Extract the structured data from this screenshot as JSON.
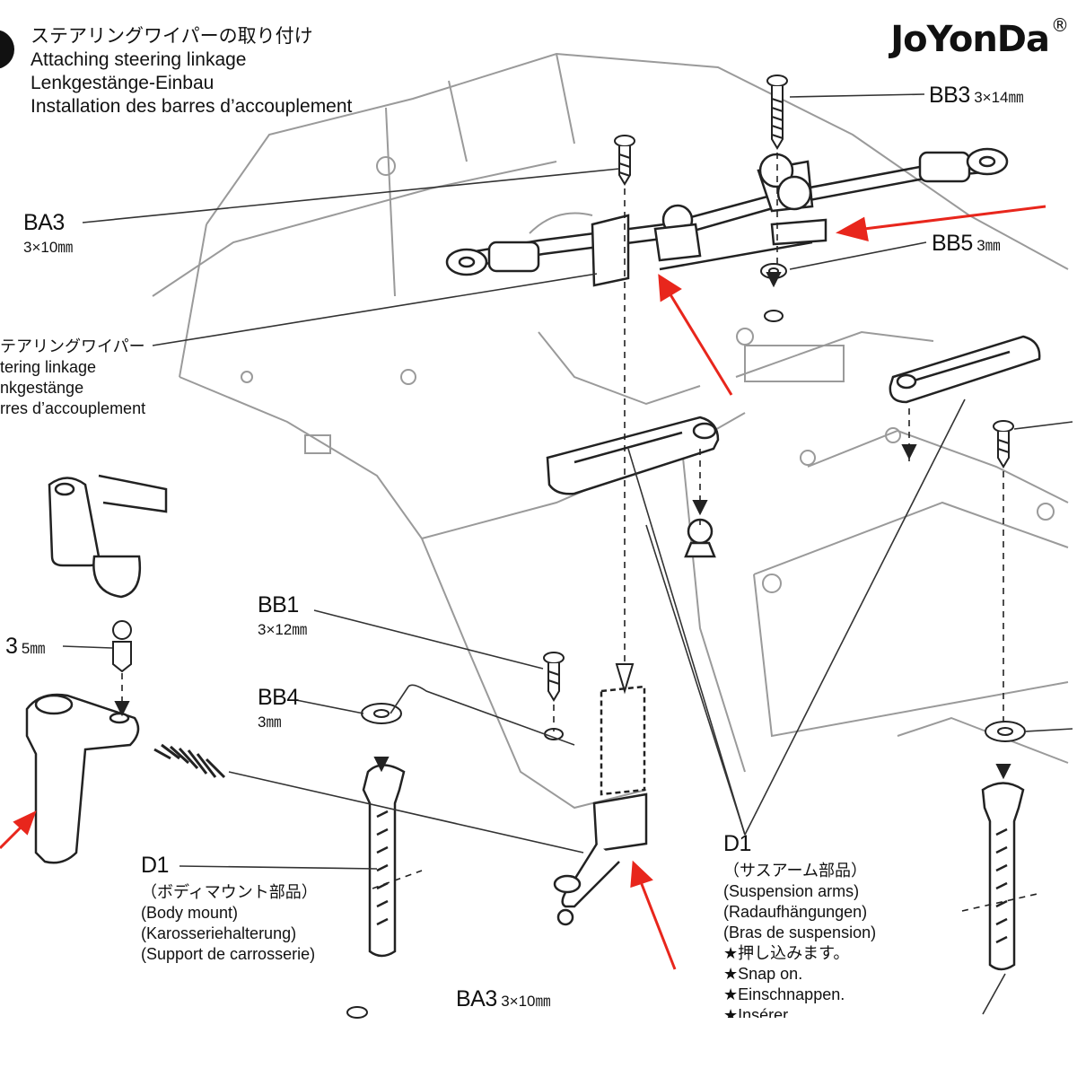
{
  "brand": {
    "name": "JoYonDa",
    "mark": "®"
  },
  "header": {
    "lines": [
      "ステアリングワイパーの取り付け",
      "Attaching steering linkage",
      "Lenkgestänge-Einbau",
      "Installation des barres d’accouplement"
    ]
  },
  "parts": {
    "bb3": {
      "code": "BB3",
      "size": "3×14㎜"
    },
    "ba3_left": {
      "code": "BA3",
      "size": "3×10㎜"
    },
    "bb5": {
      "code": "BB5",
      "size": "3㎜"
    },
    "bb1": {
      "code": "BB1",
      "size": "3×12㎜"
    },
    "bb4": {
      "code": "BB4",
      "size": "3㎜"
    },
    "ba3_bottom": {
      "code": "BA3",
      "size": "3×10㎜"
    },
    "left_partial": {
      "code": "3",
      "size": "5㎜"
    }
  },
  "linkage_label": [
    "テアリングワイパー",
    "tering linkage",
    "nkgestänge",
    "rres d’accouplement"
  ],
  "d1_body": {
    "code": "D1",
    "lines": [
      "（ボディマウント部品）",
      "(Body mount)",
      "(Karosseriehalterung)",
      "(Support de carrosserie)"
    ]
  },
  "d1_susp": {
    "code": "D1",
    "lines": [
      "（サスアーム部品）",
      "(Suspension arms)",
      "(Radaufhängungen)",
      "(Bras de suspension)"
    ],
    "notes": [
      "★押し込みます。",
      "★Snap on.",
      "★Einschnappen.",
      "★Insérer"
    ]
  },
  "colors": {
    "arrow": "#e8261c",
    "line": "#222222",
    "faint": "#9a9a9a"
  }
}
